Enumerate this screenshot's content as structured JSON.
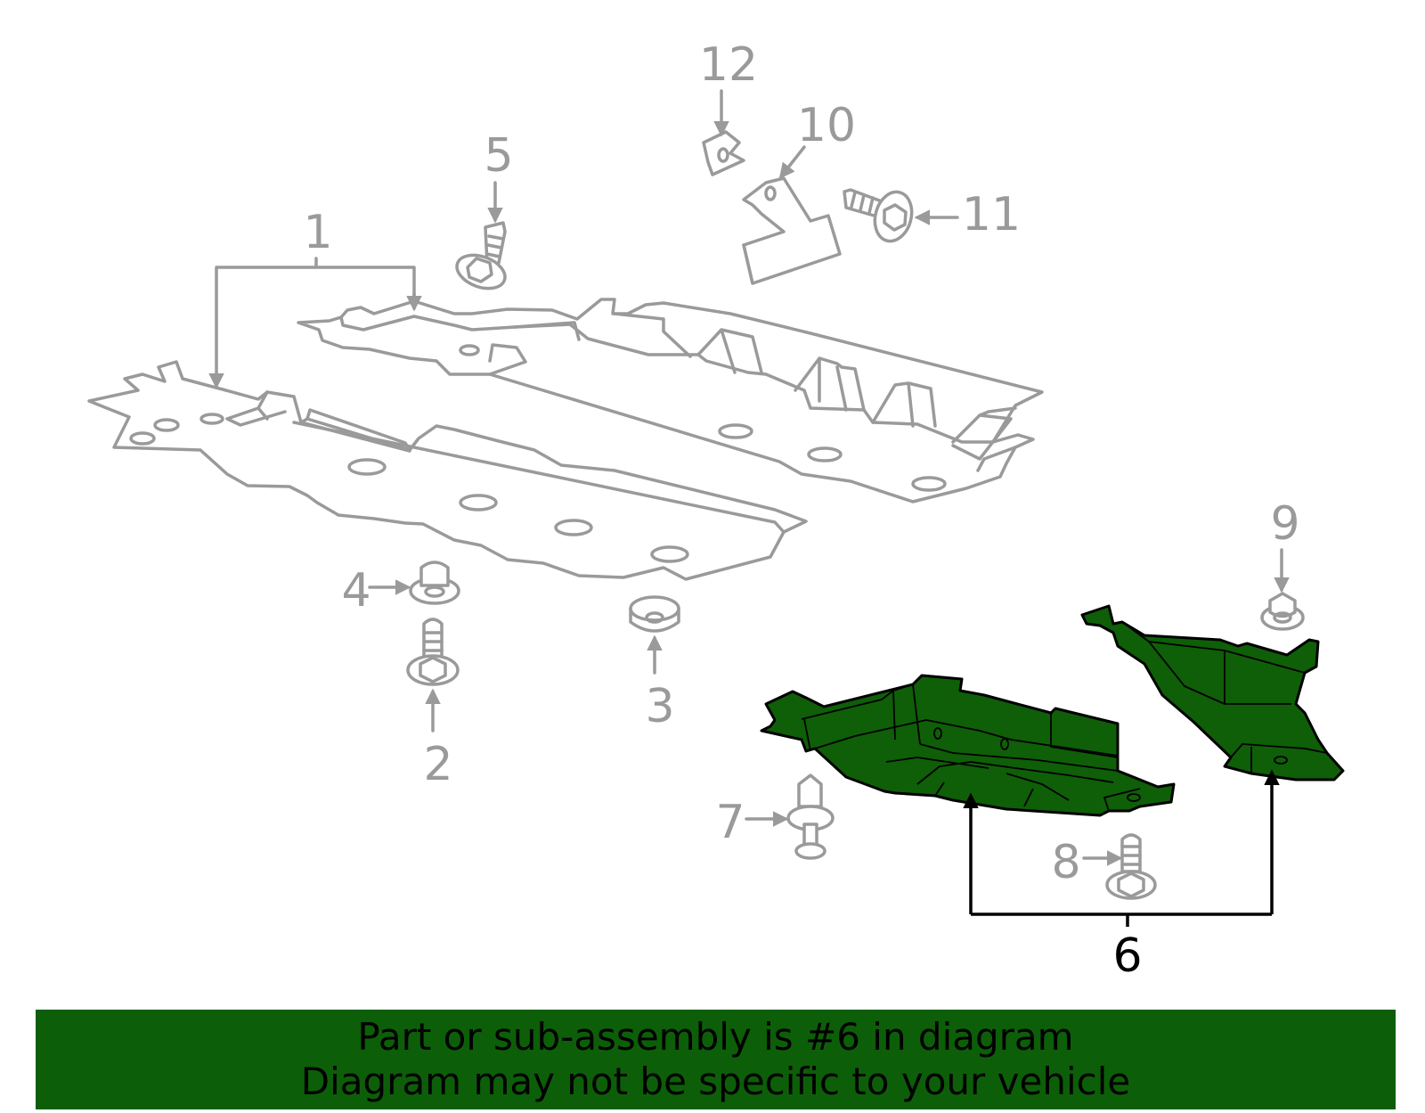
{
  "callouts": {
    "c1": "1",
    "c2": "2",
    "c3": "3",
    "c4": "4",
    "c5": "5",
    "c6": "6",
    "c7": "7",
    "c8": "8",
    "c9": "9",
    "c10": "10",
    "c11": "11",
    "c12": "12"
  },
  "highlighted_part": "6",
  "colors": {
    "highlight": "#0f5e08",
    "banner": "#0d5e08",
    "callout_gray": "#9a9a9a"
  },
  "banner": {
    "line1": "Part or sub-assembly is #6 in diagram",
    "line2": "Diagram may not be specific to your vehicle"
  }
}
